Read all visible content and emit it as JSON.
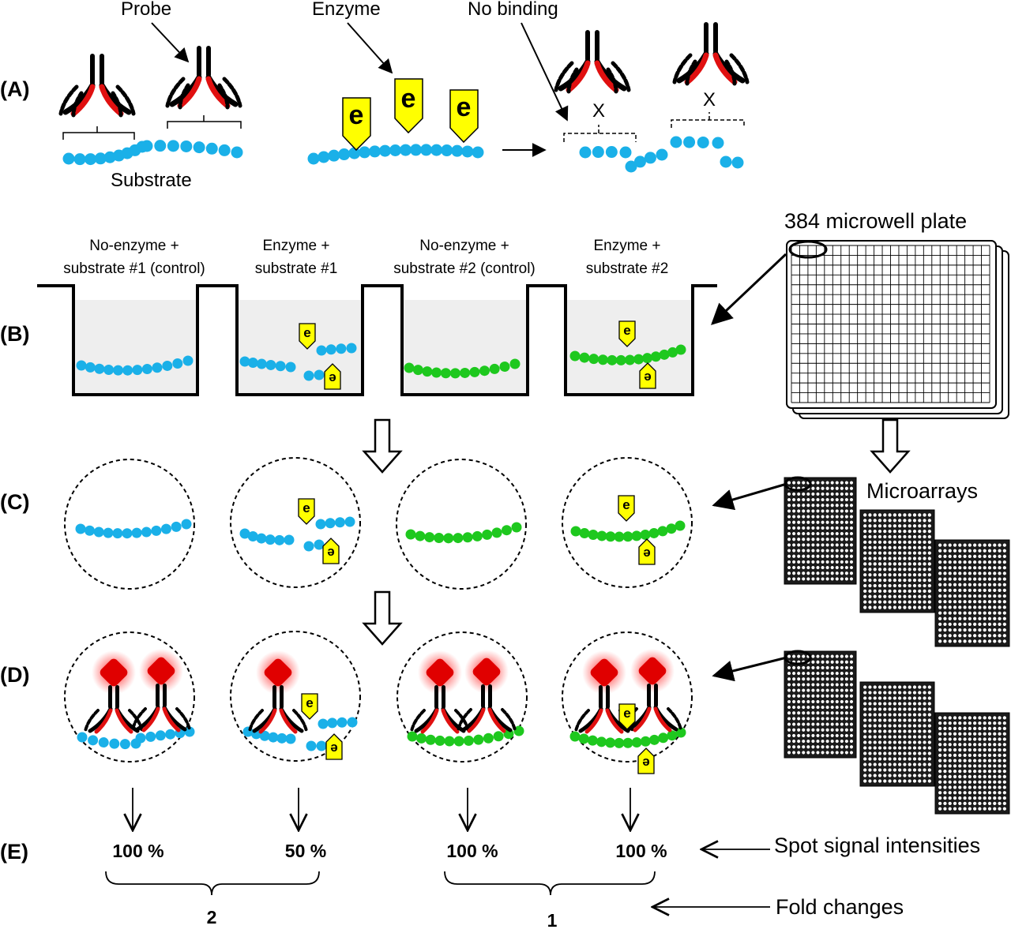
{
  "panel_a": {
    "panel_label": "(A)",
    "probe_label": "Probe",
    "enzyme_label": "Enzyme",
    "no_binding_label": "No binding",
    "substrate_label": "Substrate",
    "enzyme_letter": "e",
    "x_mark": "X"
  },
  "panel_b": {
    "panel_label": "(B)",
    "plate_label": "384 microwell plate",
    "wells": [
      {
        "line1": "No-enzyme +",
        "line2": "substrate #1 (control)"
      },
      {
        "line1": "Enzyme +",
        "line2": "substrate #1"
      },
      {
        "line1": "No-enzyme +",
        "line2": "substrate #2 (control)"
      },
      {
        "line1": "Enzyme +",
        "line2": "substrate #2"
      }
    ]
  },
  "panel_c": {
    "panel_label": "(C)",
    "microarrays_label": "Microarrays"
  },
  "panel_d": {
    "panel_label": "(D)"
  },
  "panel_e": {
    "panel_label": "(E)",
    "intensities": [
      "100 %",
      "50 %",
      "100 %",
      "100 %"
    ],
    "spot_signal_label": "Spot signal intensities",
    "fold_changes": [
      "2",
      "1"
    ],
    "fold_changes_label": "Fold changes"
  },
  "colors": {
    "substrate_1": "#1ab0e8",
    "substrate_2": "#1ec81e",
    "enzyme_fill": "#ffff00",
    "probe_red": "#e01010",
    "glow": "#ff2020",
    "well_fill": "#eeeeee"
  },
  "icons": [
    "probe-icon",
    "enzyme-icon",
    "microwell-plate-icon",
    "microarray-icon",
    "down-arrow-icon"
  ]
}
